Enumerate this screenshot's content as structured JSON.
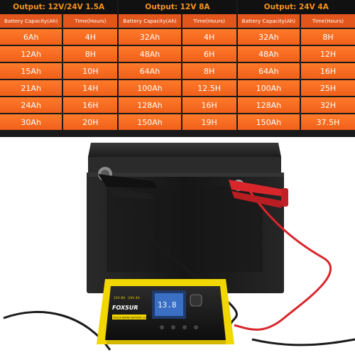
{
  "tables": [
    {
      "title": "Output: 12V/24V 1.5A",
      "col_capacity": "Battery Capacity(Ah)",
      "col_time": "Time(Hours)",
      "rows": [
        {
          "cap": "6Ah",
          "time": "4H"
        },
        {
          "cap": "12Ah",
          "time": "8H"
        },
        {
          "cap": "15Ah",
          "time": "10H"
        },
        {
          "cap": "21Ah",
          "time": "14H"
        },
        {
          "cap": "24Ah",
          "time": "16H"
        },
        {
          "cap": "30Ah",
          "time": "20H"
        }
      ]
    },
    {
      "title": "Output: 12V 8A",
      "col_capacity": "Battery Capacity(Ah)",
      "col_time": "Time(Hours)",
      "rows": [
        {
          "cap": "32Ah",
          "time": "4H"
        },
        {
          "cap": "48Ah",
          "time": "6H"
        },
        {
          "cap": "64Ah",
          "time": "8H"
        },
        {
          "cap": "100Ah",
          "time": "12.5H"
        },
        {
          "cap": "128Ah",
          "time": "16H"
        },
        {
          "cap": "150Ah",
          "time": "19H"
        }
      ]
    },
    {
      "title": "Output: 24V 4A",
      "col_capacity": "Battery Capacity(Ah)",
      "col_time": "Time(Hours)",
      "rows": [
        {
          "cap": "32Ah",
          "time": "8H"
        },
        {
          "cap": "48Ah",
          "time": "12H"
        },
        {
          "cap": "64Ah",
          "time": "16H"
        },
        {
          "cap": "100Ah",
          "time": "25H"
        },
        {
          "cap": "128Ah",
          "time": "32H"
        },
        {
          "cap": "150Ah",
          "time": "37.5H"
        }
      ]
    }
  ],
  "charger": {
    "brand": "FOXSUR",
    "spec": "12V 8A · 24V 4A",
    "subtitle": "PULSE REPAIR BATTERY CHARGER",
    "display": "13.8"
  },
  "colors": {
    "title_orange": "#f7931e",
    "cell_orange": "#f0601a",
    "charger_yellow": "#f2d600",
    "clamp_red": "#d9262b"
  }
}
